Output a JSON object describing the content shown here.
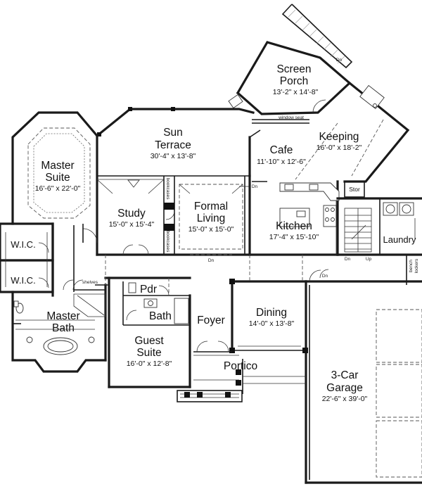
{
  "rooms": {
    "screen_porch": {
      "name1": "Screen",
      "name2": "Porch",
      "dims": "13'-2\" x 14'-8\""
    },
    "sun_terrace": {
      "name1": "Sun",
      "name2": "Terrace",
      "dims": "30'-4\" x 13'-8\""
    },
    "keeping": {
      "name": "Keeping",
      "dims": "16'-0\" x 18'-2\""
    },
    "cafe": {
      "name": "Cafe",
      "dims": "11'-10\" x 12'-6\""
    },
    "master_suite": {
      "name1": "Master",
      "name2": "Suite",
      "dims": "16'-6\" x 22'-0\""
    },
    "study": {
      "name": "Study",
      "dims": "15'-0\" x 15'-4\""
    },
    "formal_living": {
      "name1": "Formal",
      "name2": "Living",
      "dims": "15'-0\" x 15'-0\""
    },
    "kitchen": {
      "name": "Kitchen",
      "dims": "17'-4\" x 15'-10\""
    },
    "laundry": {
      "name": "Laundry"
    },
    "wic_upper": {
      "name": "W.I.C."
    },
    "wic_lower": {
      "name": "W.I.C."
    },
    "master_bath": {
      "name1": "Master",
      "name2": "Bath"
    },
    "pdr": {
      "name": "Pdr"
    },
    "bath": {
      "name": "Bath"
    },
    "foyer": {
      "name": "Foyer"
    },
    "dining": {
      "name": "Dining",
      "dims": "14'-0\" x 13'-8\""
    },
    "guest_suite": {
      "name1": "Guest",
      "name2": "Suite",
      "dims": "16'-0\" x 12'-8\""
    },
    "portico": {
      "name": "Portico"
    },
    "garage": {
      "name1": "3-Car",
      "name2": "Garage",
      "dims": "22'-6\" x 39'-0\""
    },
    "stor": {
      "name": "Stor"
    }
  },
  "annotations": {
    "dn": "Dn",
    "up": "Up",
    "window_seat": "window seat",
    "shelves": "shelves",
    "bookcases": "bookcases",
    "bench_lockers_1": "bench",
    "bench_lockers_2": "lockers"
  }
}
